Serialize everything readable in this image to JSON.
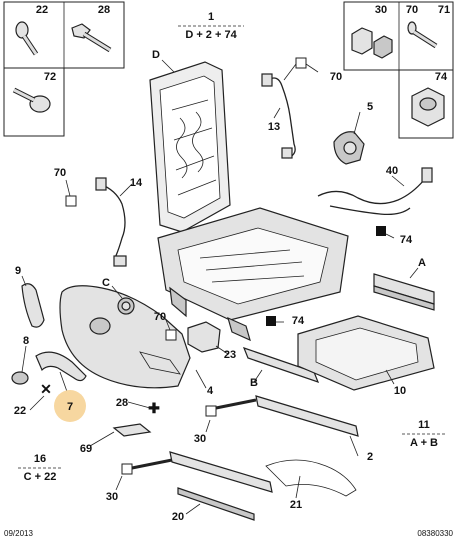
{
  "legend_boxes": [
    {
      "id": "box-22",
      "number": "22"
    },
    {
      "id": "box-28",
      "number": "28"
    },
    {
      "id": "box-72",
      "number": "72"
    },
    {
      "id": "box-30",
      "number": "30"
    },
    {
      "id": "box-70",
      "number": "70"
    },
    {
      "id": "box-71",
      "number": "71"
    },
    {
      "id": "box-74",
      "number": "74"
    }
  ],
  "assemblies": [
    {
      "number": "1",
      "formula": "D + 2 + 74"
    },
    {
      "number": "11",
      "formula": "A + B"
    },
    {
      "number": "16",
      "formula": "C + 22"
    }
  ],
  "callouts": [
    "D",
    "70",
    "13",
    "5",
    "40",
    "74",
    "70",
    "14",
    "9",
    "A",
    "C",
    "70",
    "74",
    "8",
    "23",
    "4",
    "B",
    "10",
    "22",
    "7",
    "28",
    "30",
    "69",
    "2",
    "30",
    "21",
    "20"
  ],
  "highlight": {
    "callout": "7",
    "color": "#f7d7a0"
  },
  "footer": {
    "left": "09/2013",
    "right": "08380330"
  }
}
